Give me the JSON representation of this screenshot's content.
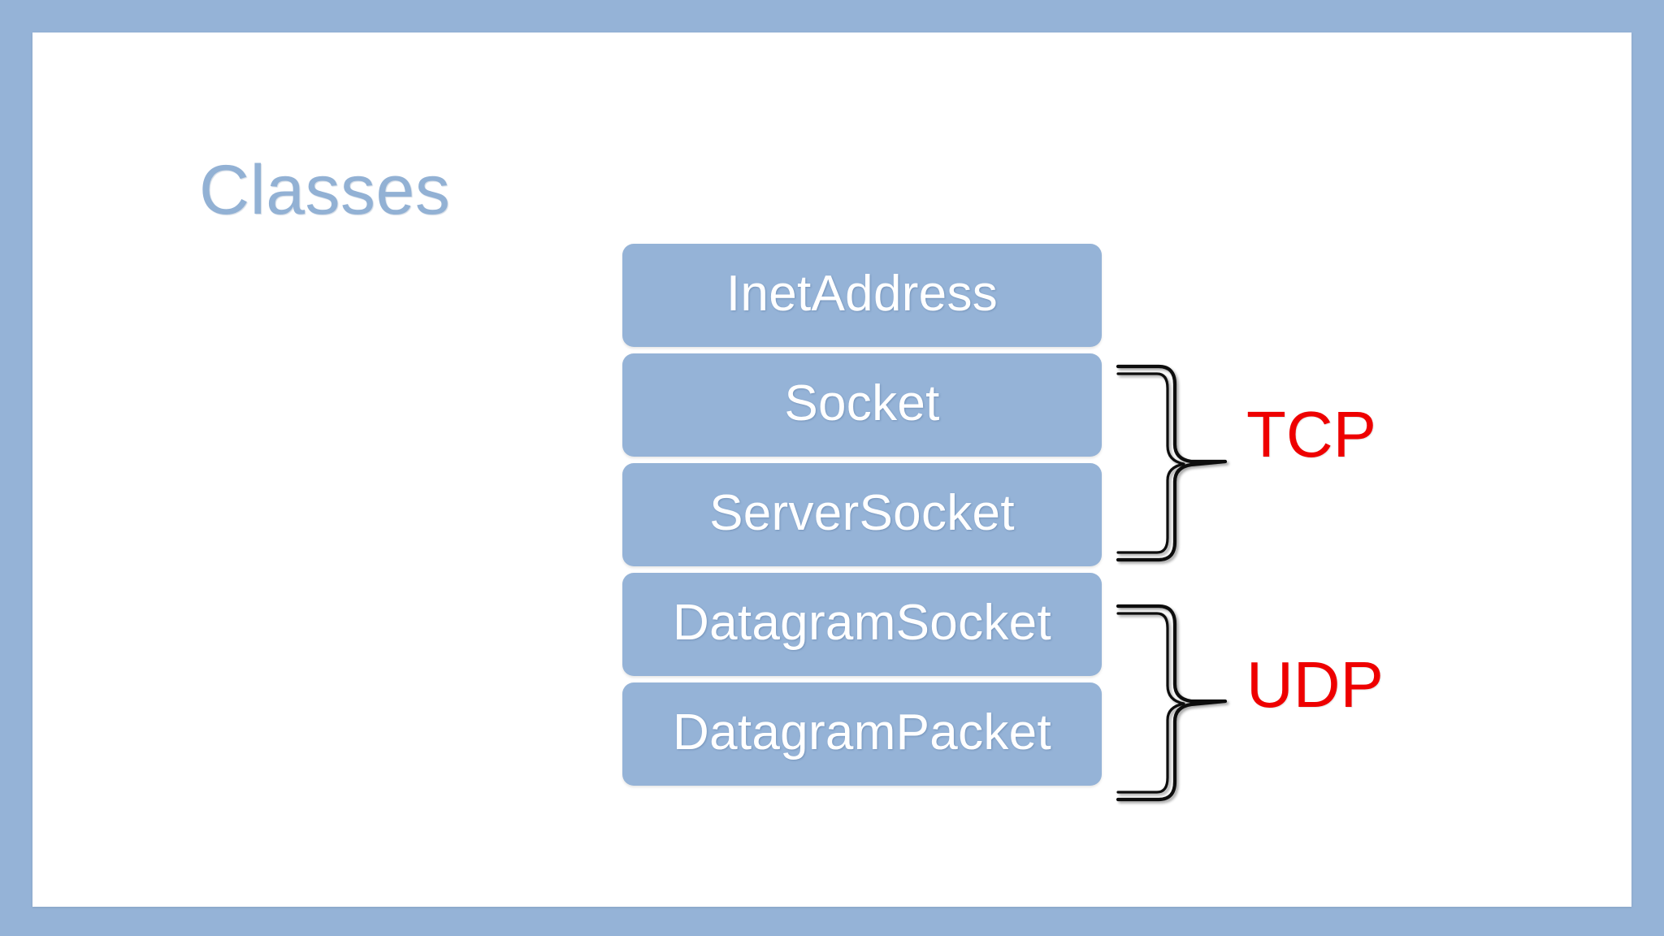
{
  "slide": {
    "title": "Classes",
    "frame_color": "#95b3d7",
    "canvas_color": "#ffffff",
    "title_color": "#92b1d4"
  },
  "diagram": {
    "box_fill_color": "#95b3d7",
    "box_text_color": "#ffffff",
    "boxes": [
      {
        "label": "InetAddress"
      },
      {
        "label": "Socket"
      },
      {
        "label": "ServerSocket"
      },
      {
        "label": "DatagramSocket"
      },
      {
        "label": "DatagramPacket"
      }
    ],
    "groups": [
      {
        "label": "TCP",
        "color": "#ee0000",
        "brace_icon": "curly-brace-right-icon",
        "covers": [
          "Socket",
          "ServerSocket"
        ]
      },
      {
        "label": "UDP",
        "color": "#ee0000",
        "brace_icon": "curly-brace-right-icon",
        "covers": [
          "DatagramSocket",
          "DatagramPacket"
        ]
      }
    ]
  }
}
